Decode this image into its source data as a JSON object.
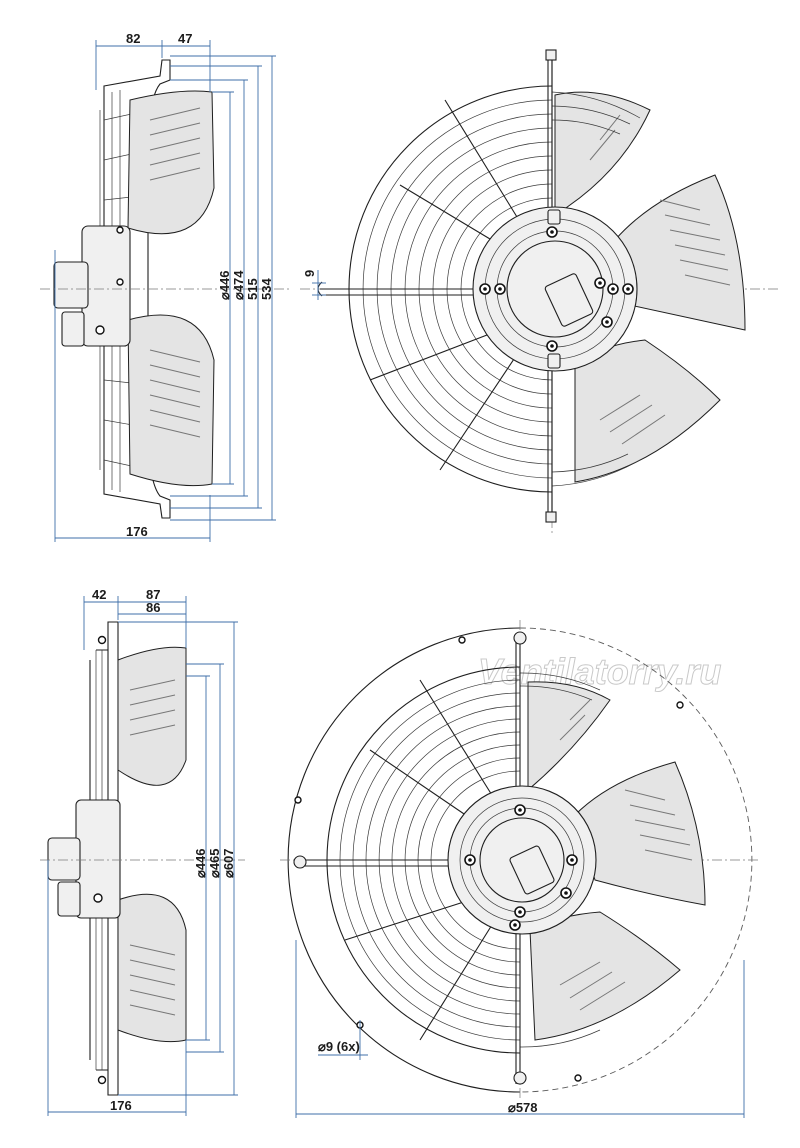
{
  "watermark": "Ventilatorry.ru",
  "top_side": {
    "dim_82": "82",
    "dim_47": "47",
    "dim_176": "176",
    "dia_446": "⌀446",
    "dia_474": "⌀474",
    "dia_515": "515",
    "dia_534": "534"
  },
  "top_front": {
    "dim_9": "9"
  },
  "bottom_side": {
    "dim_42": "42",
    "dim_87": "87",
    "dim_86": "86",
    "dim_176": "176",
    "dia_446": "⌀446",
    "dia_465": "⌀465",
    "dia_607": "⌀607"
  },
  "bottom_front": {
    "dim_holes": "⌀9 (6x)",
    "dim_578": "⌀578"
  }
}
